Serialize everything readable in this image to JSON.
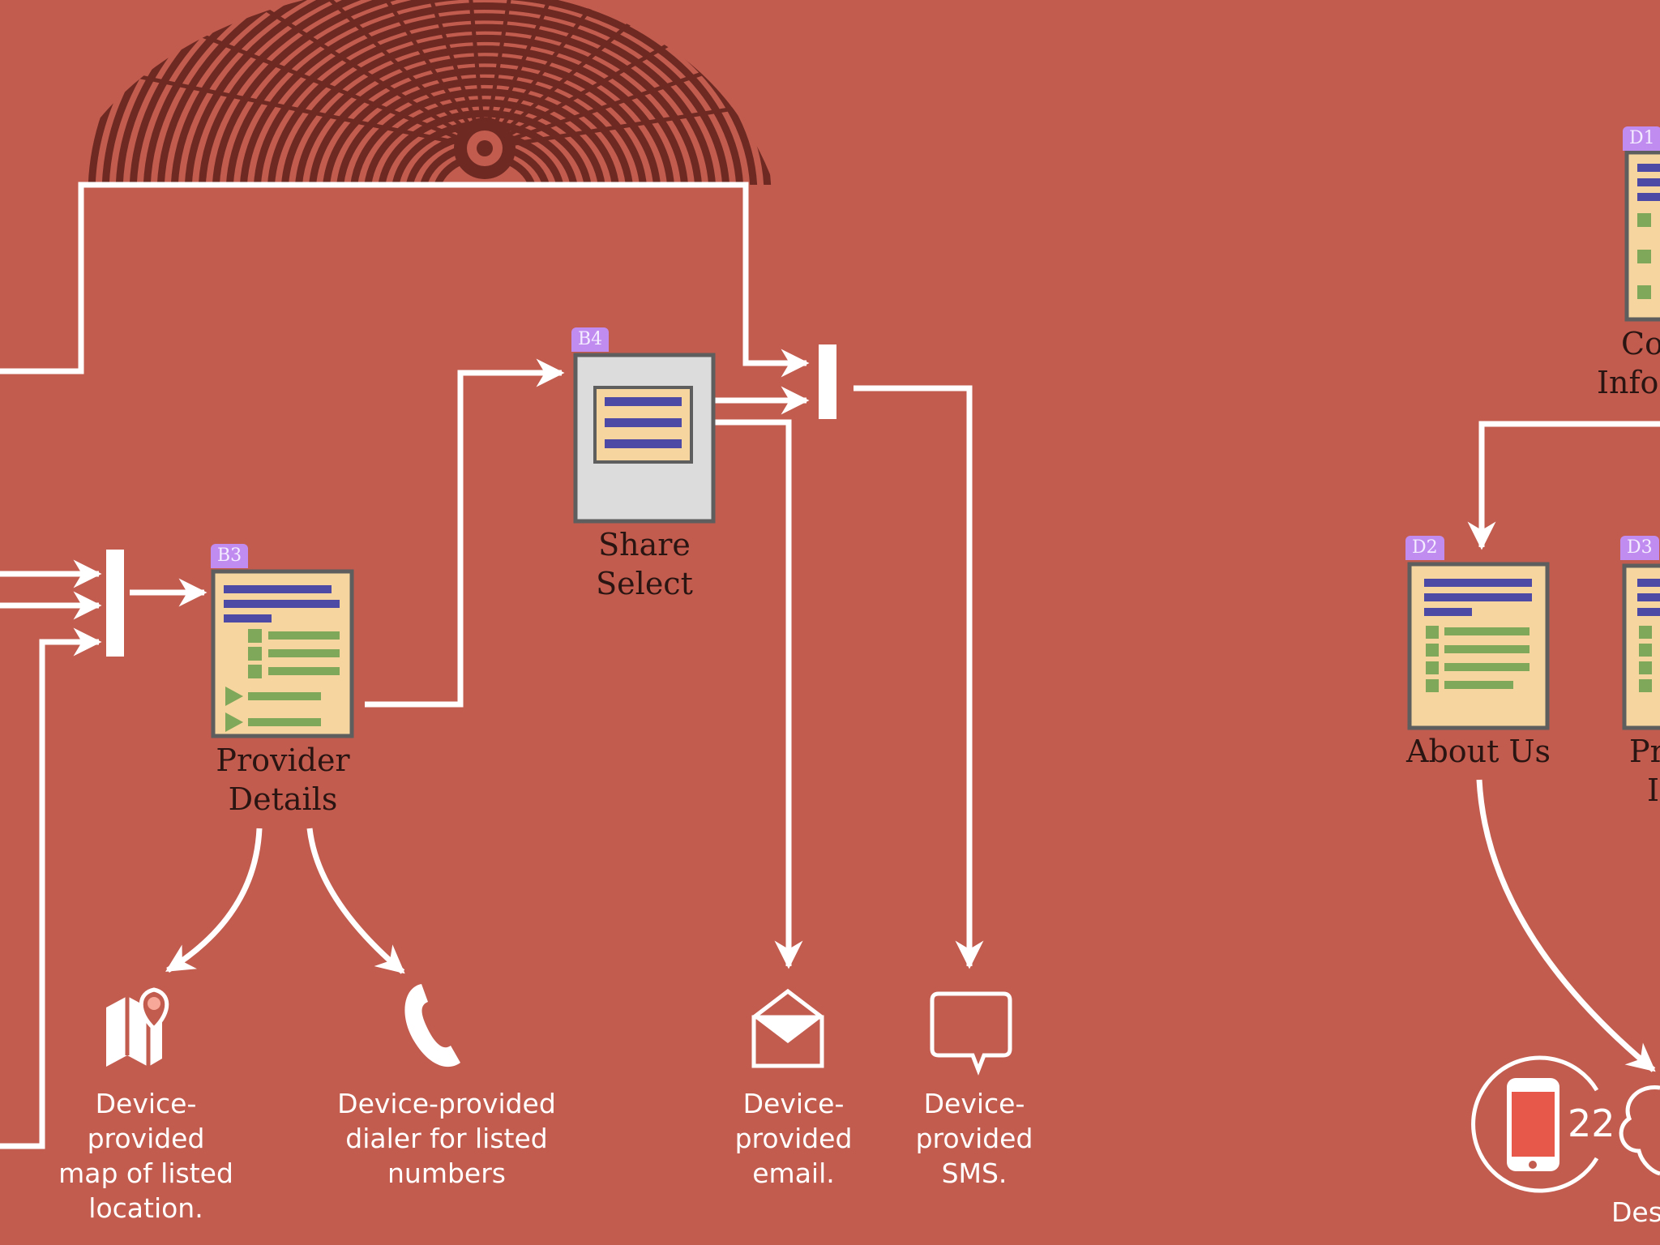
{
  "diagram": {
    "nodes": {
      "b3": {
        "tag": "B3",
        "label_line1": "Provider",
        "label_line2": "Details"
      },
      "b4": {
        "tag": "B4",
        "label_line1": "Share",
        "label_line2": "Select"
      },
      "d1": {
        "tag": "D1",
        "label_line1": "Co",
        "label_line2": "Info"
      },
      "d2": {
        "tag": "D2",
        "label_line1": "About Us"
      },
      "d3": {
        "tag": "D3",
        "label_line1": "Pr",
        "label_line2": "I"
      }
    },
    "outputs": {
      "map": {
        "icon": "map-pin-icon",
        "lines": [
          "Device-",
          "provided",
          "map of listed",
          "location."
        ]
      },
      "dialer": {
        "icon": "phone-icon",
        "lines": [
          "Device-provided",
          "dialer for listed",
          "numbers"
        ]
      },
      "email": {
        "icon": "envelope-icon",
        "lines": [
          "Device-",
          "provided",
          "email."
        ]
      },
      "sms": {
        "icon": "speech-bubble-icon",
        "lines": [
          "Device-",
          "provided",
          "SMS."
        ]
      }
    },
    "badge": {
      "icon": "phone-device-icon",
      "count": "22",
      "caption": "Des"
    }
  },
  "colors": {
    "background": "#c25c4f",
    "connector": "#ffffff",
    "card_fill": "#f7d59e",
    "card_border": "#5e5e5e",
    "text_bar": "#4d4aa6",
    "list_bar": "#7fa85a",
    "tag": "#c18cf0",
    "share_panel": "#dcdcdc"
  }
}
